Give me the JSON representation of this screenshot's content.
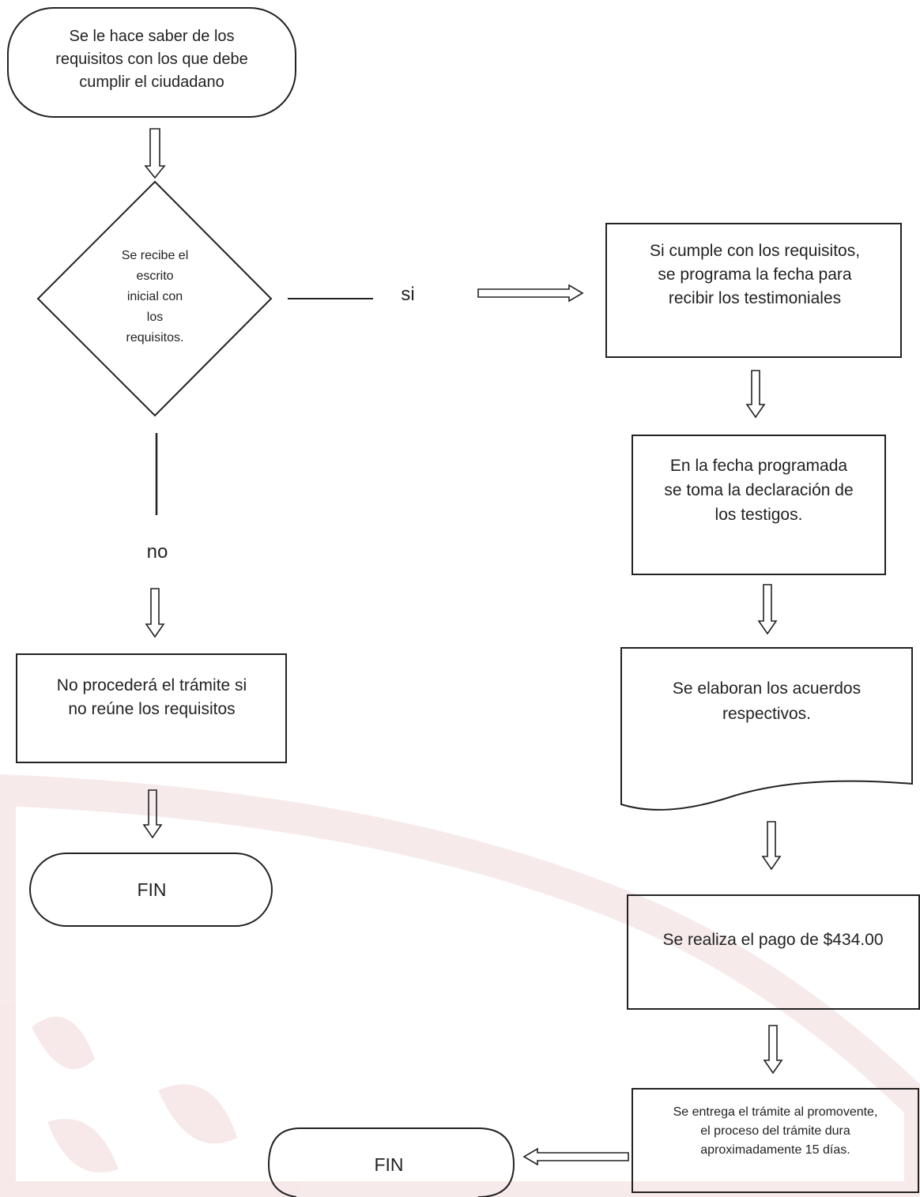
{
  "nodes": {
    "start": [
      "Se le hace saber de los",
      "requisitos con los que debe",
      "cumplir el ciudadano"
    ],
    "decision": [
      "Se recibe el",
      "escrito",
      "inicial con",
      "los",
      "requisitos."
    ],
    "yes_box": [
      "Si cumple con los requisitos,",
      "se programa la fecha para",
      "recibir los testimoniales"
    ],
    "testigos": [
      "En la fecha programada",
      "se toma la declaración de",
      "los testigos."
    ],
    "acuerdos": [
      "Se elaboran los acuerdos",
      "respectivos."
    ],
    "pago": [
      "Se realiza el pago de $434.00"
    ],
    "entrega": [
      "Se entrega el trámite al promovente,",
      "el proceso del trámite dura",
      "aproximadamente 15 días."
    ],
    "no_box": [
      "No procederá el trámite si",
      "no reúne los requisitos"
    ],
    "fin_left": [
      "FIN"
    ],
    "fin_right": [
      "FIN"
    ]
  },
  "labels": {
    "yes": "si",
    "no": "no"
  },
  "colors": {
    "stroke": "#222222",
    "watermark": "#e9c3c6"
  }
}
